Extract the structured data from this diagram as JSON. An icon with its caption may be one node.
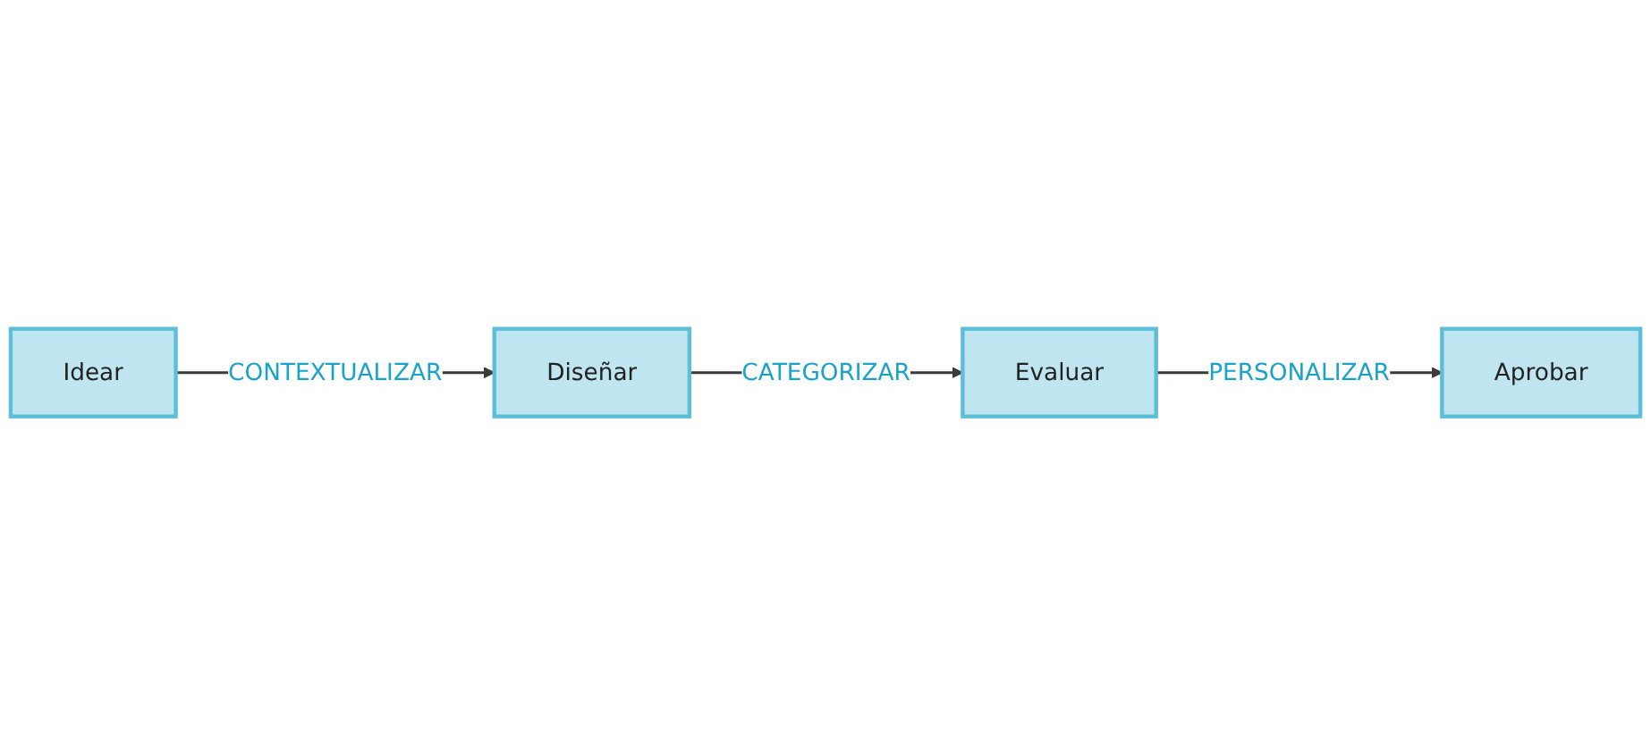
{
  "diagram": {
    "nodes": [
      {
        "text": [
          "Idear"
        ]
      },
      {
        "text": [
          "Diseñar"
        ]
      },
      {
        "text": [
          "Evaluar"
        ]
      },
      {
        "text": [
          "Aprobar"
        ]
      }
    ],
    "edges": [
      {
        "from": 0,
        "to": 1,
        "arrow": "to",
        "label": "CONTEXTUALIZAR"
      },
      {
        "from": 1,
        "to": 2,
        "arrow": "to",
        "label": "CATEGORIZAR"
      },
      {
        "from": 2,
        "to": 3,
        "arrow": "to",
        "label": "PERSONALIZAR"
      }
    ]
  }
}
